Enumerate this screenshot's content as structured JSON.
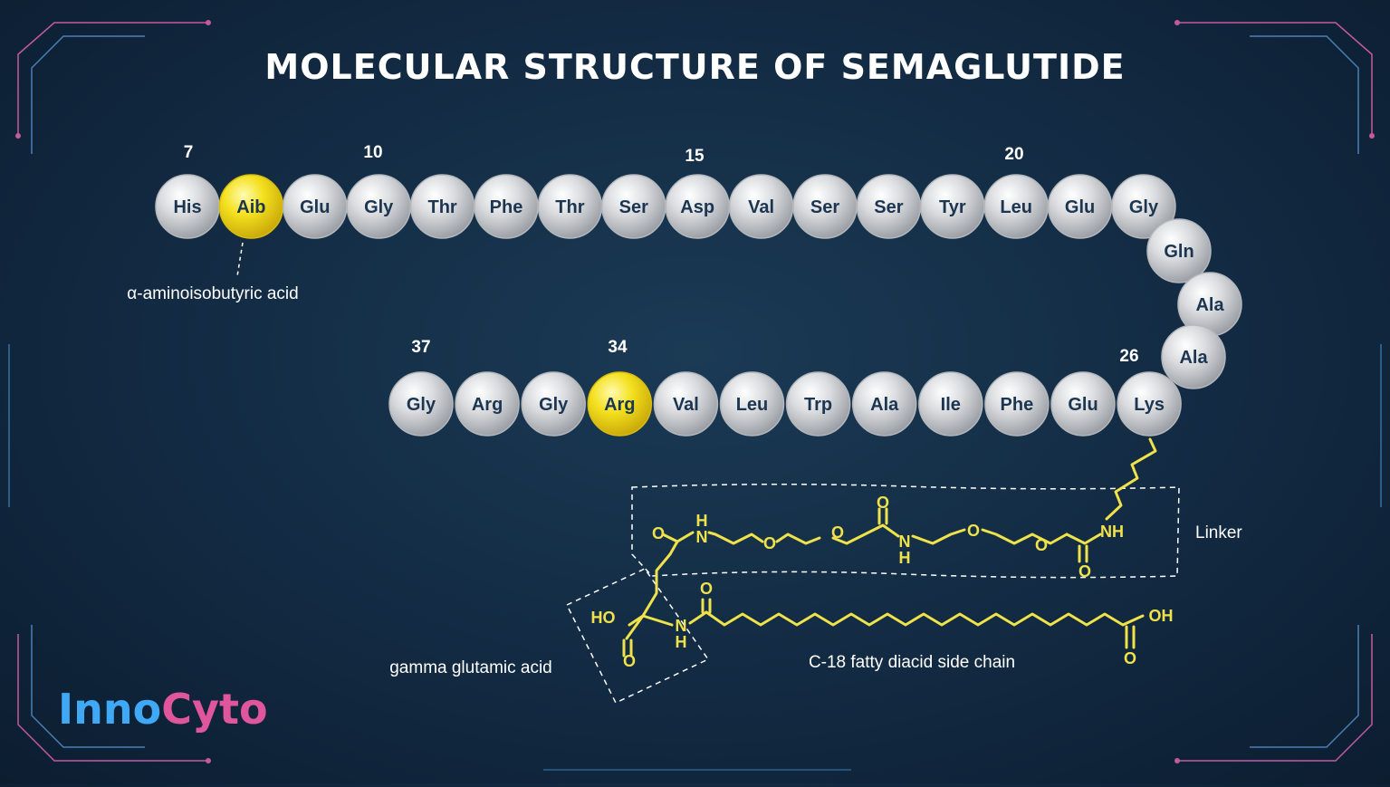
{
  "title": "MOLECULAR STRUCTURE OF SEMAGLUTIDE",
  "top_chain": [
    "His",
    "Aib",
    "Glu",
    "Gly",
    "Thr",
    "Phe",
    "Thr",
    "Ser",
    "Asp",
    "Val",
    "Ser",
    "Ser",
    "Tyr",
    "Leu",
    "Glu",
    "Gly"
  ],
  "turn_chain": [
    "Gln",
    "Ala",
    "Ala"
  ],
  "bottom_chain": [
    "Gly",
    "Arg",
    "Gly",
    "Arg",
    "Val",
    "Leu",
    "Trp",
    "Ala",
    "Ile",
    "Phe",
    "Glu",
    "Lys"
  ],
  "highlighted_residues": [
    "Aib",
    "Arg(34)"
  ],
  "position_numbers": {
    "n7": "7",
    "n10": "10",
    "n15": "15",
    "n20": "20",
    "n37": "37",
    "n34": "34",
    "n26": "26"
  },
  "labels": {
    "aib_note": "α-aminoisobutyric acid",
    "linker": "Linker",
    "gamma_glu": "gamma glutamic acid",
    "fatty_acid": "C-18 fatty diacid side chain"
  },
  "atoms": {
    "O": "O",
    "N": "N",
    "H": "H",
    "NH": "NH",
    "HO": "HO",
    "OH": "OH"
  },
  "logo": {
    "part1": "Inno",
    "part2": "Cyto"
  },
  "colors": {
    "background": "#122a42",
    "bead": "#d4d6d9",
    "highlight": "#f2dc1c",
    "structure": "#f0e24a",
    "text": "#ffffff",
    "bead_text": "#1c3550"
  }
}
